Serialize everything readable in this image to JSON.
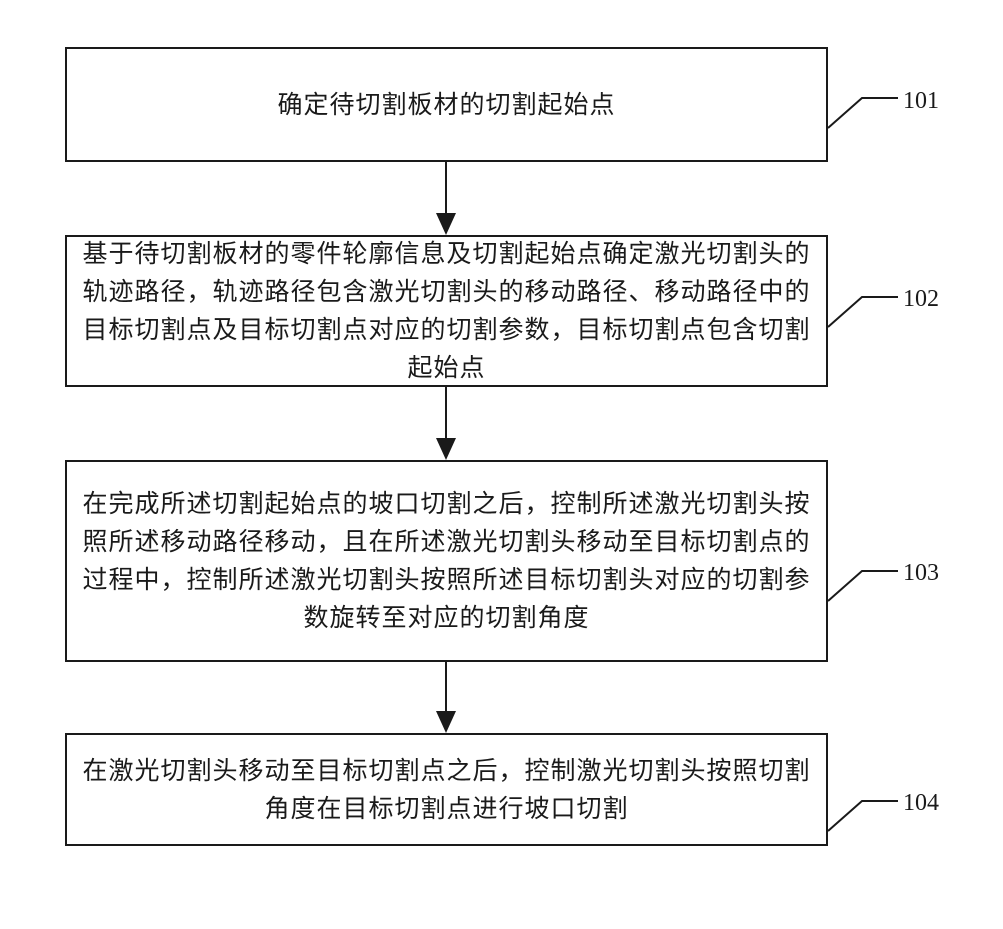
{
  "steps": [
    {
      "id": "101",
      "text": "确定待切割板材的切割起始点"
    },
    {
      "id": "102",
      "text": "基于待切割板材的零件轮廓信息及切割起始点确定激光切割头的轨迹路径，轨迹路径包含激光切割头的移动路径、移动路径中的目标切割点及目标切割点对应的切割参数，目标切割点包含切割起始点"
    },
    {
      "id": "103",
      "text": "在完成所述切割起始点的坡口切割之后，控制所述激光切割头按照所述移动路径移动，且在所述激光切割头移动至目标切割点的过程中，控制所述激光切割头按照所述目标切割头对应的切割参数旋转至对应的切割角度"
    },
    {
      "id": "104",
      "text": "在激光切割头移动至目标切割点之后，控制激光切割头按照切割角度在目标切割点进行坡口切割"
    }
  ],
  "colors": {
    "stroke": "#1a1a1a",
    "background": "#ffffff"
  }
}
